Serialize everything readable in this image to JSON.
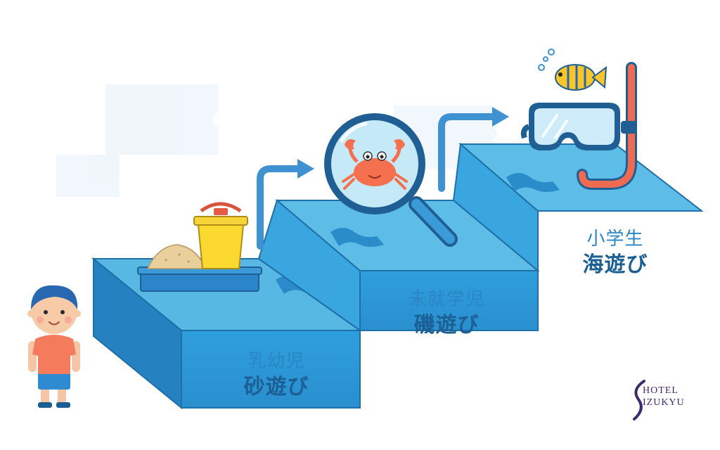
{
  "stages": [
    {
      "age": "乳幼児",
      "activity": "砂遊び",
      "icon": "sand-bucket-icon"
    },
    {
      "age": "未就学児",
      "activity": "磯遊び",
      "icon": "crab-magnifier-icon"
    },
    {
      "age": "小学生",
      "activity": "海遊び",
      "icon": "snorkel-mask-icon"
    }
  ],
  "logo": {
    "line1": "HOTEL",
    "line2": "IZUKYU"
  },
  "colors": {
    "step_top": "#5bbbe6",
    "step_front": "#2e9ad6",
    "step_side": "#2481be",
    "label_sub": "#2b86c5",
    "label_main": "#1c5f94",
    "arrow": "#3f92d2"
  }
}
